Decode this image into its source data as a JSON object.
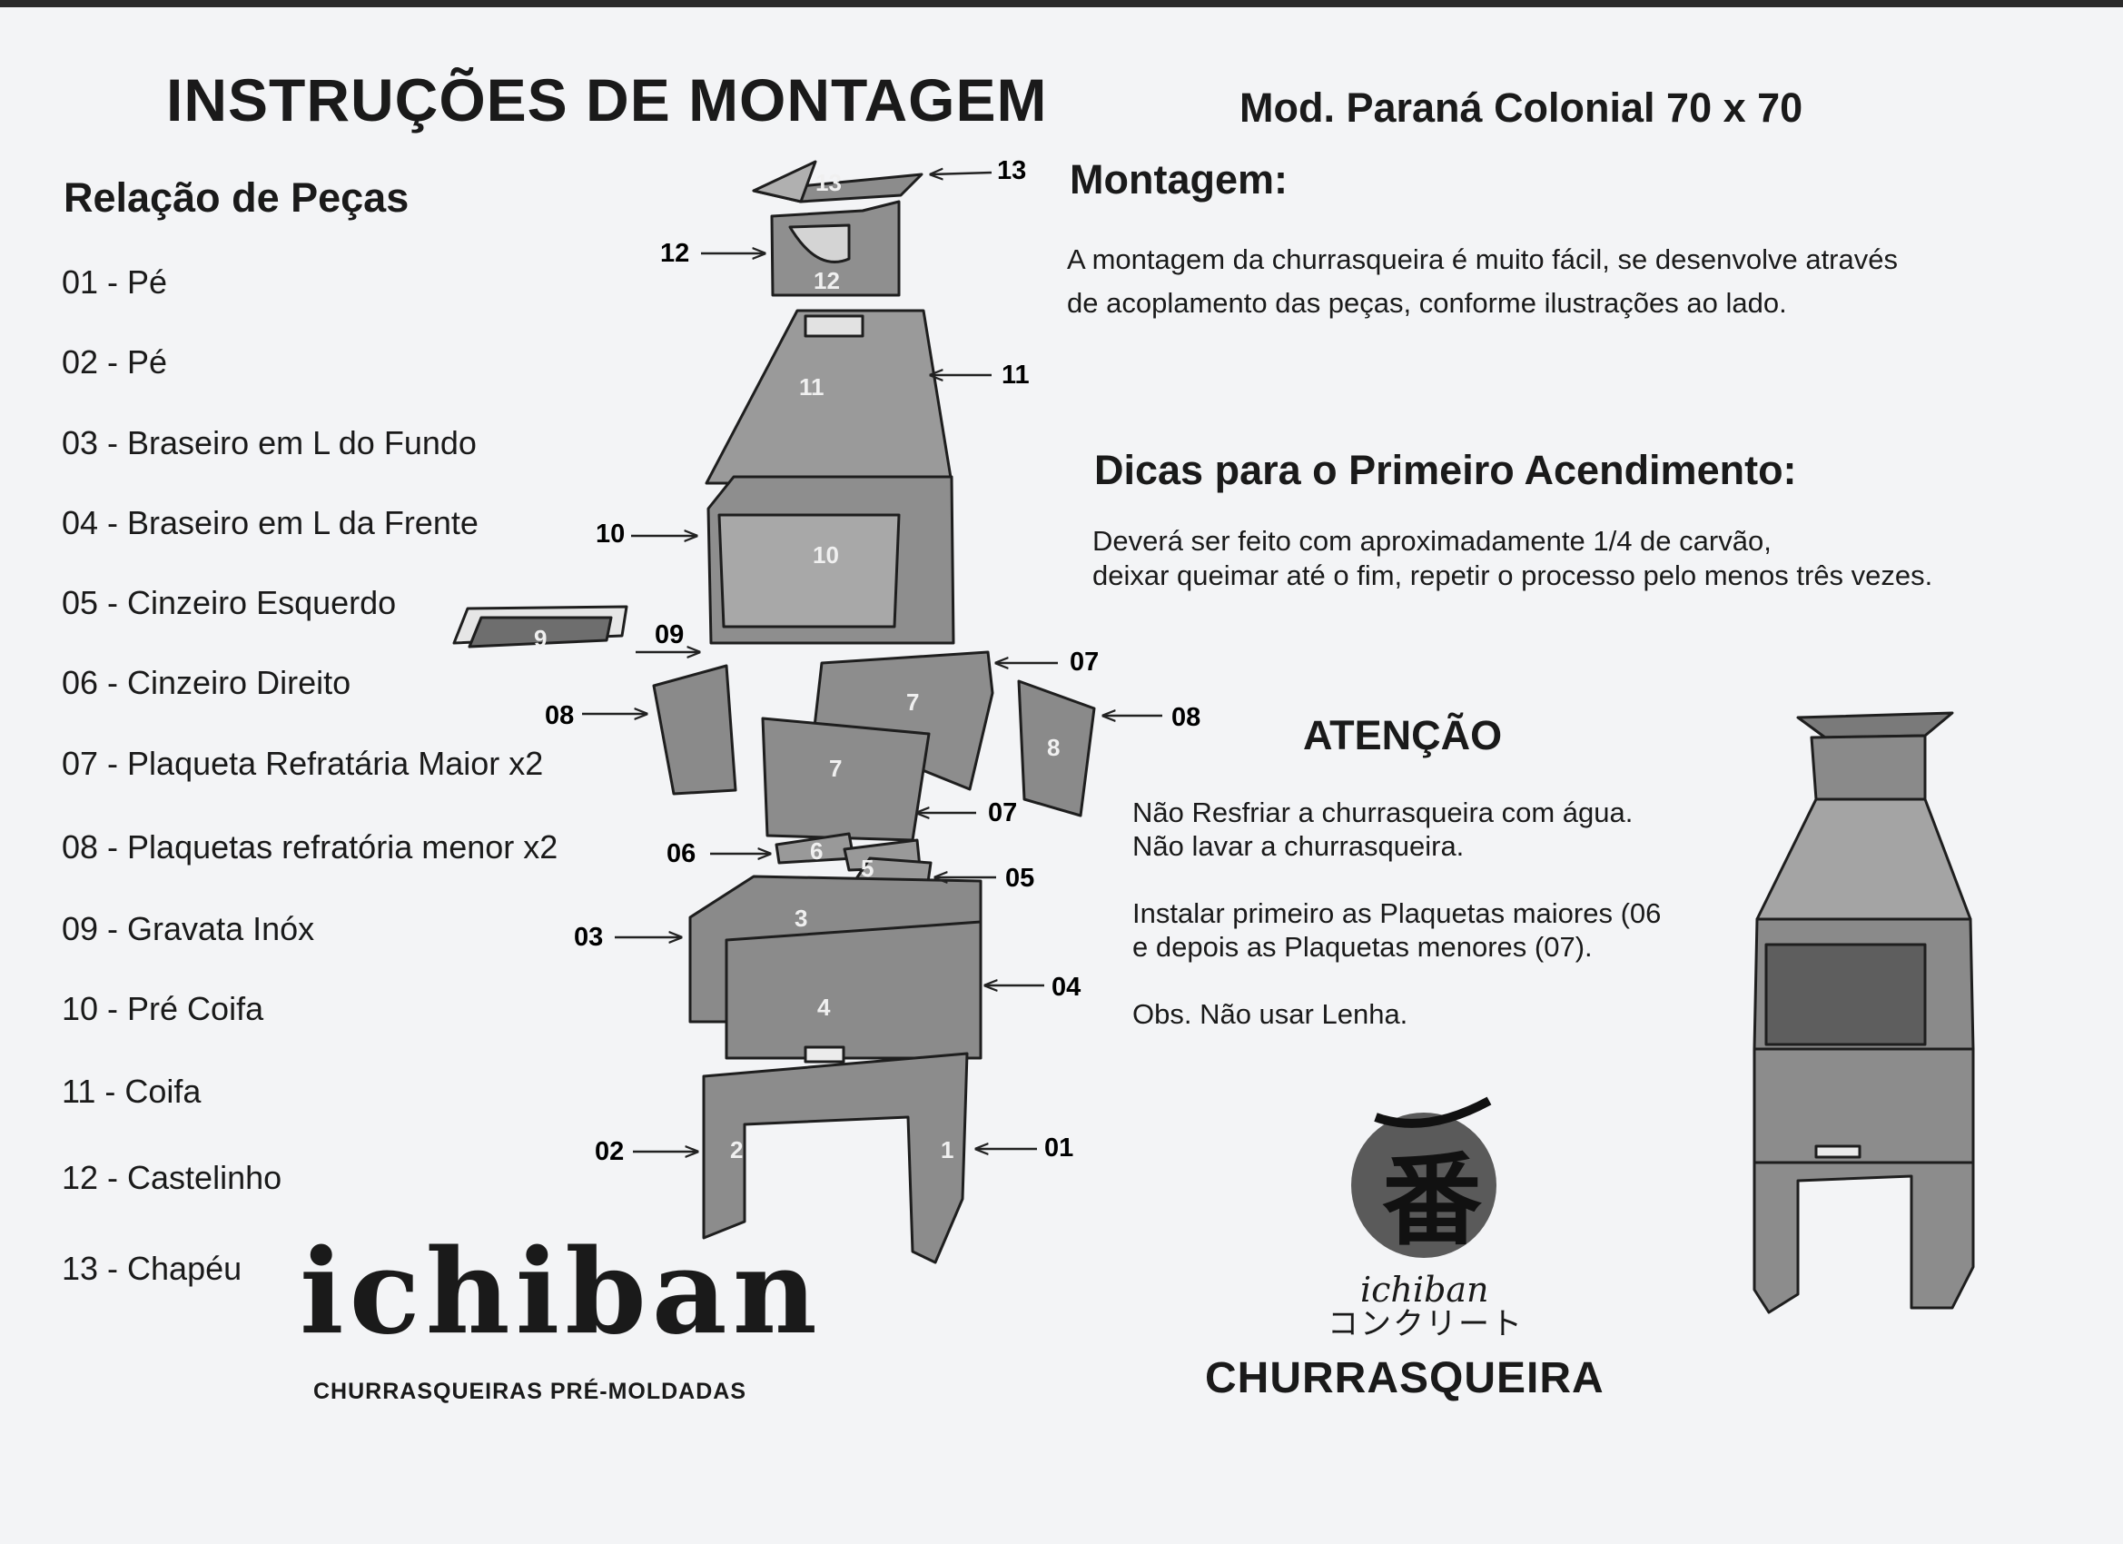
{
  "header": {
    "title": "INSTRUÇÕES DE MONTAGEM",
    "model": "Mod. Paraná Colonial 70 x 70"
  },
  "parts": {
    "heading": "Relação de Peças",
    "items": [
      "01 - Pé",
      "02 - Pé",
      "03 - Braseiro em L do Fundo",
      "04 - Braseiro em L da Frente",
      "05 - Cinzeiro Esquerdo",
      "06 - Cinzeiro Direito",
      "07 - Plaqueta Refratária Maior x2",
      "08 - Plaquetas refratória menor x2",
      "09 - Gravata Inóx",
      "10 - Pré Coifa",
      "11 - Coifa",
      "12 - Castelinho",
      "13 - Chapéu"
    ]
  },
  "montagem": {
    "heading": "Montagem:",
    "lines": [
      "A montagem da churrasqueira é muito fácil, se desenvolve através",
      "de acoplamento das peças, conforme ilustrações ao lado."
    ]
  },
  "dicas": {
    "heading": "Dicas para  o  Primeiro Acendimento:",
    "lines": [
      "Deverá ser feito com aproximadamente 1/4 de carvão,",
      "deixar queimar até o fim, repetir o processo pelo menos três vezes."
    ]
  },
  "atencao": {
    "heading": "ATENÇÃO",
    "lines": [
      "Não Resfriar a churrasqueira com água.",
      "Não lavar a churrasqueira.",
      "",
      "Instalar primeiro as Plaquetas maiores (06",
      "e depois as Plaquetas menores (07).",
      "",
      "Obs. Não usar Lenha."
    ]
  },
  "diagram": {
    "callouts": [
      "13",
      "12",
      "11",
      "10",
      "09",
      "07",
      "08",
      "08",
      "07",
      "06",
      "05",
      "03",
      "04",
      "02",
      "01"
    ],
    "piece_numbers": [
      "13",
      "12",
      "11",
      "10",
      "9",
      "7",
      "8",
      "7",
      "6",
      "5",
      "3",
      "4",
      "2",
      "1"
    ]
  },
  "brand": {
    "logo_text": "ichiban",
    "tagline": "CHURRASQUEIRAS PRÉ-MOLDADAS",
    "emblem_text": "ichiban",
    "emblem_japanese": "コンクリート",
    "product": "CHURRASQUEIRA"
  }
}
